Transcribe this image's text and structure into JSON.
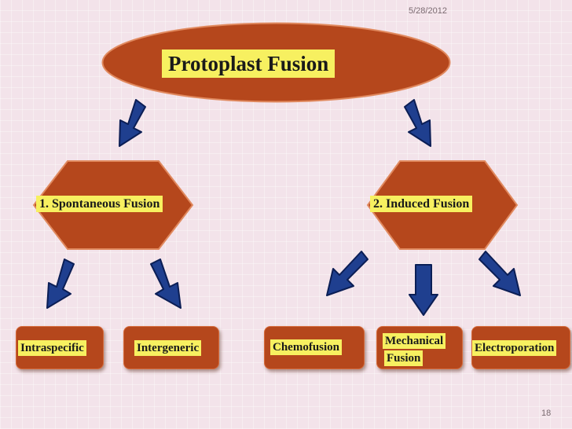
{
  "slide": {
    "date": "5/28/2012",
    "page_number": "18"
  },
  "title": "Protoplast Fusion",
  "categories": [
    {
      "label": "1. Spontaneous Fusion"
    },
    {
      "label": "2. Induced Fusion"
    }
  ],
  "leaves": {
    "intraspecific": "Intraspecific",
    "intergeneric": "Intergeneric",
    "chemofusion": "Chemofusion",
    "mechanical_line1": "Mechanical",
    "mechanical_line2": "Fusion",
    "electroporation": "Electroporation"
  },
  "colors": {
    "shape_fill": "#b5471c",
    "label_highlight": "#f7f060",
    "arrow_fill": "#1f3f8f",
    "background": "#f3e3ea"
  },
  "icons": [
    "arrow-down-left-icon",
    "arrow-down-right-icon",
    "arrow-down-icon"
  ]
}
